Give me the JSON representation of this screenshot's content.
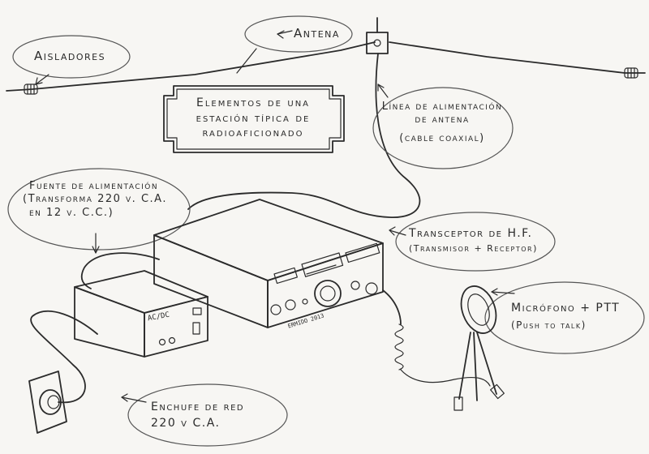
{
  "title": {
    "line1": "Elementos de una",
    "line2": "estación típica de",
    "line3": "radioaficionado"
  },
  "labels": {
    "aisladores": "Aisladores",
    "antena": "Antena",
    "linea": {
      "line1": "Línea de alimentación",
      "line2": "de antena",
      "line3": "(cable coaxial)"
    },
    "fuente": {
      "line1": "Fuente de alimentación",
      "line2": "(Transforma 220 v. C.A.",
      "line3": "en 12 v. C.C.)"
    },
    "transceptor": {
      "line1": "Transceptor de H.F.",
      "line2": "(Transmisor + Receptor)"
    },
    "microfono": {
      "line1": "Micrófono + PTT",
      "line2": "(Push to talk)"
    },
    "enchufe": {
      "line1": "Enchufe de red",
      "line2": "220 v C.A."
    }
  },
  "device_text": {
    "psu_panel": "AC/DC",
    "radio_brand": "ERMIDO 2013"
  },
  "colors": {
    "ink": "#2b2b2b",
    "paper": "#f7f6f3"
  }
}
